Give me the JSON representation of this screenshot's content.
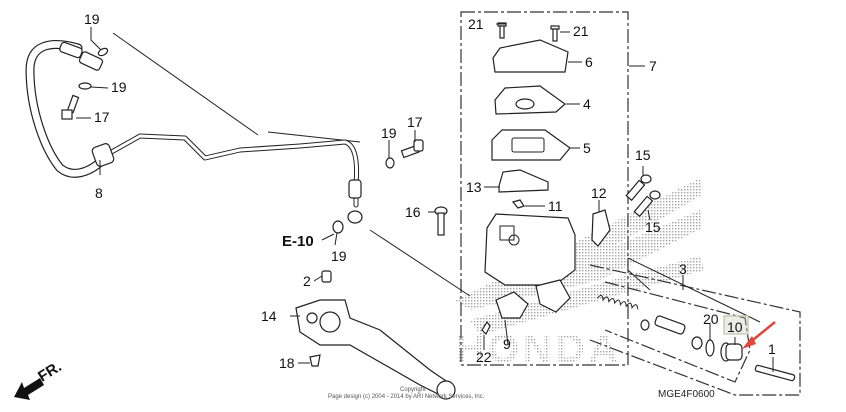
{
  "diagram": {
    "title": "Clutch Master Cylinder",
    "diagram_code": "MGE4F0600",
    "reference": "E-10",
    "direction_label": "FR.",
    "watermark": "HONDA",
    "copyright_line1": "Copyright",
    "copyright_line2": "Page design (c) 2004 - 2014 by ARI Network Services, Inc.",
    "highlight": {
      "part": "10",
      "box_color": "#c9cbb6",
      "arrow_color": "#e0463a"
    }
  },
  "callouts": {
    "p1": "1",
    "p2": "2",
    "p3": "3",
    "p4": "4",
    "p5": "5",
    "p6": "6",
    "p7": "7",
    "p8": "8",
    "p9": "9",
    "p10": "10",
    "p11": "11",
    "p12": "12",
    "p13": "13",
    "p14": "14",
    "p15a": "15",
    "p15b": "15",
    "p16": "16",
    "p17a": "17",
    "p17b": "17",
    "p18": "18",
    "p19a": "19",
    "p19b": "19",
    "p19c": "19",
    "p19d": "19",
    "p20": "20",
    "p21a": "21",
    "p21b": "21",
    "p22": "22"
  }
}
